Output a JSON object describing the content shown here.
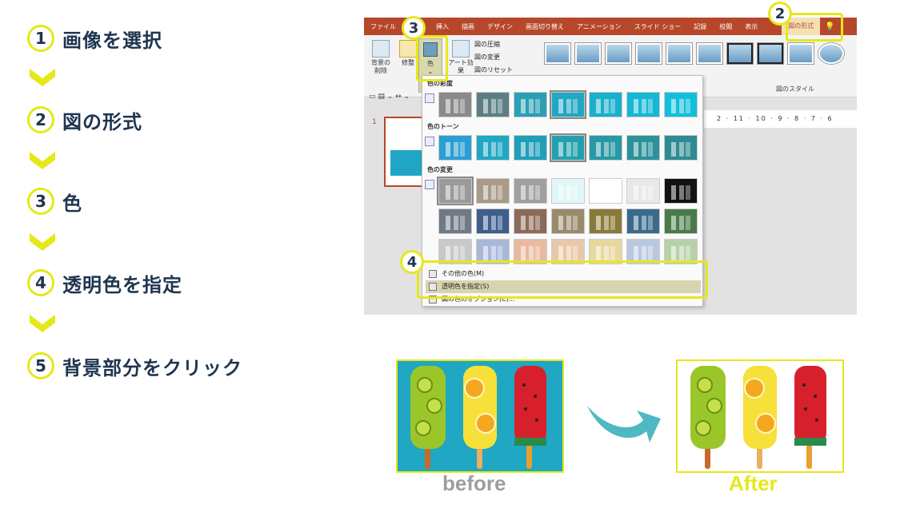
{
  "steps": [
    {
      "num": "1",
      "label": "画像を選択"
    },
    {
      "num": "2",
      "label": "図の形式"
    },
    {
      "num": "3",
      "label": "色"
    },
    {
      "num": "4",
      "label": "透明色を指定"
    },
    {
      "num": "5",
      "label": "背景部分をクリック"
    }
  ],
  "ribbon": {
    "tabs": [
      "ファイル",
      "挿入",
      "描画",
      "デザイン",
      "画面切り替え",
      "アニメーション",
      "スライド ショー",
      "記録",
      "校閲",
      "表示"
    ],
    "active_tab": "図の形式",
    "buttons": {
      "remove_bg": "背景の\n削除",
      "corrections": "修整",
      "color": "色",
      "artistic": "アート効果"
    },
    "small_commands": [
      "図の圧縮",
      "図の変更",
      "図のリセット"
    ],
    "styles_group_label": "図のスタイル"
  },
  "ruler_text": "2 · 11 · 10 · 9 · 8 · 7 · 6",
  "slide_number": "1",
  "dropdown": {
    "section_saturation": "色の彩度",
    "section_tone": "色のトーン",
    "section_recolor": "色の変更",
    "menu_more_colors": "その他の色(M)",
    "menu_set_transparent": "透明色を指定(S)",
    "menu_color_options": "図の色のオプション(C)..."
  },
  "markers": [
    "2",
    "3",
    "4"
  ],
  "captions": {
    "before": "before",
    "after": "After"
  },
  "colors": {
    "accent_yellow": "#e6e81a",
    "ppt_red": "#b7472a",
    "teal_bg": "#1fa7c3",
    "arrow": "#4fb8c3"
  }
}
